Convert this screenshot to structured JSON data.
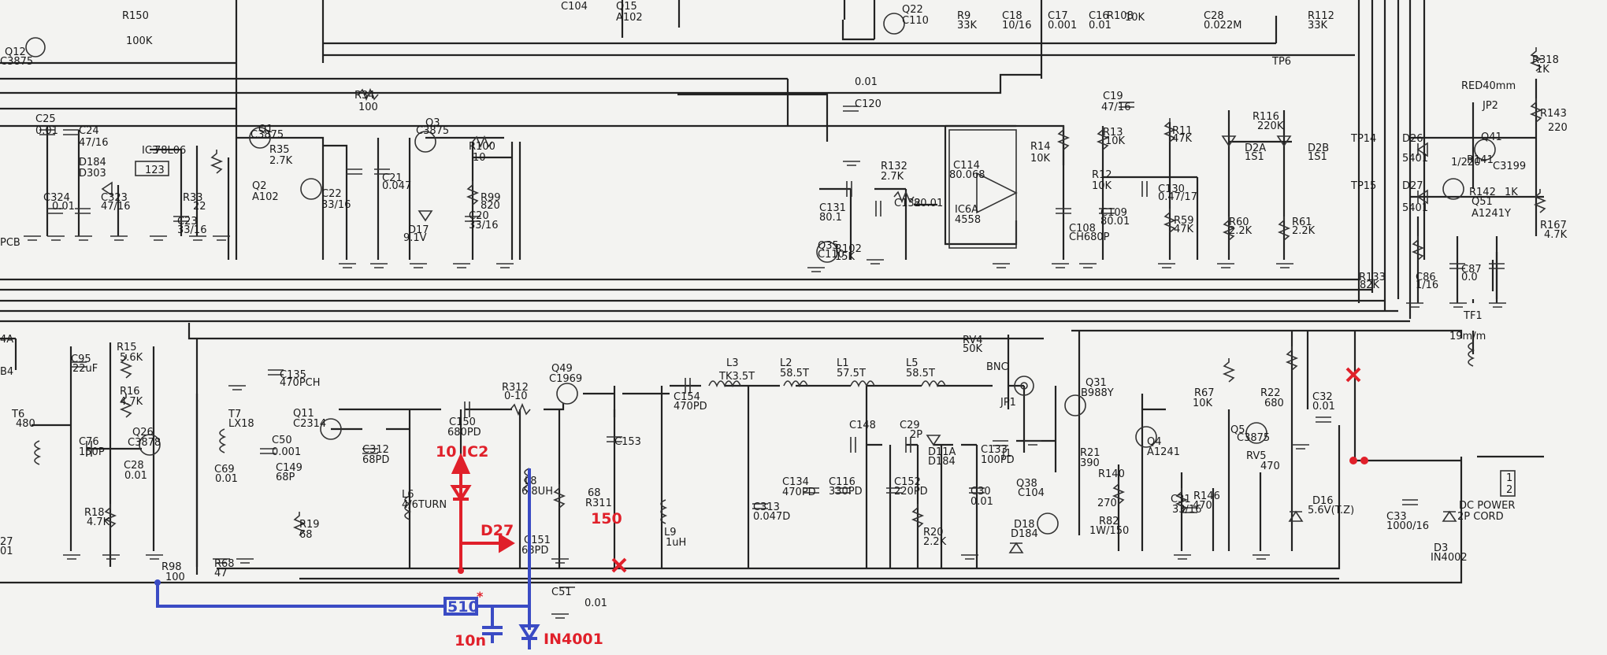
{
  "labels": [
    {
      "t": "C104"
    },
    {
      "t": "Q15"
    },
    {
      "t": "A102"
    },
    {
      "t": "Q22"
    },
    {
      "t": "C110"
    },
    {
      "t": "R9"
    },
    {
      "t": "33K"
    },
    {
      "t": "C18"
    },
    {
      "t": "10/16"
    },
    {
      "t": "C17"
    },
    {
      "t": "0.001"
    },
    {
      "t": "C16"
    },
    {
      "t": "0.01"
    },
    {
      "t": "R108"
    },
    {
      "t": "10K"
    },
    {
      "t": "C28"
    },
    {
      "t": "0.022M"
    },
    {
      "t": "R112"
    },
    {
      "t": "33K"
    },
    {
      "t": "Q12"
    },
    {
      "t": "C3875"
    },
    {
      "t": "R150"
    },
    {
      "t": "100K"
    },
    {
      "t": "0.01"
    },
    {
      "t": "TP6"
    },
    {
      "t": "R318"
    },
    {
      "t": "1K"
    },
    {
      "t": "R34"
    },
    {
      "t": "100"
    },
    {
      "t": "C120"
    },
    {
      "t": "C25"
    },
    {
      "t": "0.01"
    },
    {
      "t": "C24"
    },
    {
      "t": "47/16"
    },
    {
      "t": "Q1"
    },
    {
      "t": "C3875"
    },
    {
      "t": "Q3"
    },
    {
      "t": "C3875"
    },
    {
      "t": "C19"
    },
    {
      "t": "47/16"
    },
    {
      "t": "R116"
    },
    {
      "t": "220K"
    },
    {
      "t": "RED40mm"
    },
    {
      "t": "JP2"
    },
    {
      "t": "R143"
    },
    {
      "t": "220"
    },
    {
      "t": "R35"
    },
    {
      "t": "2.7K"
    },
    {
      "t": "R100"
    },
    {
      "t": "10"
    },
    {
      "t": "C114"
    },
    {
      "t": "R14"
    },
    {
      "t": "10K"
    },
    {
      "t": "R13"
    },
    {
      "t": "10K"
    },
    {
      "t": "R11"
    },
    {
      "t": "47K"
    },
    {
      "t": "D2A"
    },
    {
      "t": "1S1"
    },
    {
      "t": "D2B"
    },
    {
      "t": "1S1"
    },
    {
      "t": "TP14"
    },
    {
      "t": "D26"
    },
    {
      "t": "5401"
    },
    {
      "t": "Q41"
    },
    {
      "t": "C3199"
    },
    {
      "t": "IC3"
    },
    {
      "t": "78L06"
    },
    {
      "t": "123"
    },
    {
      "t": "D184"
    },
    {
      "t": "D303"
    },
    {
      "t": "Q2"
    },
    {
      "t": "A102"
    },
    {
      "t": "C22"
    },
    {
      "t": "33/16"
    },
    {
      "t": "C21"
    },
    {
      "t": "0.047"
    },
    {
      "t": "R99"
    },
    {
      "t": "820"
    },
    {
      "t": "R132"
    },
    {
      "t": "2.7K"
    },
    {
      "t": "80.068"
    },
    {
      "t": "R12"
    },
    {
      "t": "10K"
    },
    {
      "t": "C130"
    },
    {
      "t": "0.47/17"
    },
    {
      "t": "R141"
    },
    {
      "t": "1/220"
    },
    {
      "t": "R142"
    },
    {
      "t": "1K"
    },
    {
      "t": "TP15"
    },
    {
      "t": "D27"
    },
    {
      "t": "5401"
    },
    {
      "t": "Q51"
    },
    {
      "t": "A1241Y"
    },
    {
      "t": "C324"
    },
    {
      "t": "0.01"
    },
    {
      "t": "C323"
    },
    {
      "t": "47/16"
    },
    {
      "t": "R33"
    },
    {
      "t": "22"
    },
    {
      "t": "C23"
    },
    {
      "t": "33/16"
    },
    {
      "t": "D17"
    },
    {
      "t": "9.1V"
    },
    {
      "t": "C20"
    },
    {
      "t": "33/16"
    },
    {
      "t": "C131"
    },
    {
      "t": "80.1"
    },
    {
      "t": "C132"
    },
    {
      "t": "80.01"
    },
    {
      "t": "IC6A"
    },
    {
      "t": "4558"
    },
    {
      "t": "C108"
    },
    {
      "t": "CH680P"
    },
    {
      "t": "C109"
    },
    {
      "t": "80.01"
    },
    {
      "t": "R59"
    },
    {
      "t": "47K"
    },
    {
      "t": "R60"
    },
    {
      "t": "2.2K"
    },
    {
      "t": "R61"
    },
    {
      "t": "2.2K"
    },
    {
      "t": "R167"
    },
    {
      "t": "4.7K"
    },
    {
      "t": "PCB"
    },
    {
      "t": "Q35"
    },
    {
      "t": "C110"
    },
    {
      "t": "R102"
    },
    {
      "t": "15K"
    },
    {
      "t": "R133"
    },
    {
      "t": "82K"
    },
    {
      "t": "C86"
    },
    {
      "t": "1/16"
    },
    {
      "t": "C87"
    },
    {
      "t": "0.0"
    },
    {
      "t": "TF1"
    },
    {
      "t": "R15"
    },
    {
      "t": "5.6K"
    },
    {
      "t": "C95"
    },
    {
      "t": "22uF"
    },
    {
      "t": "C135"
    },
    {
      "t": "470PCH"
    },
    {
      "t": "RV4"
    },
    {
      "t": "50K"
    },
    {
      "t": "BNC"
    },
    {
      "t": "19m/m"
    },
    {
      "t": "R16"
    },
    {
      "t": "4.7K"
    },
    {
      "t": "T6"
    },
    {
      "t": "480"
    },
    {
      "t": "T7"
    },
    {
      "t": "LX18"
    },
    {
      "t": "Q11"
    },
    {
      "t": "C2314"
    },
    {
      "t": "R312"
    },
    {
      "t": "0-10"
    },
    {
      "t": "Q49"
    },
    {
      "t": "C1969"
    },
    {
      "t": "L3"
    },
    {
      "t": "TK3.5T"
    },
    {
      "t": "L2"
    },
    {
      "t": "58.5T"
    },
    {
      "t": "L1"
    },
    {
      "t": "57.5T"
    },
    {
      "t": "L5"
    },
    {
      "t": "58.5T"
    },
    {
      "t": "C154"
    },
    {
      "t": "470PD"
    },
    {
      "t": "C150"
    },
    {
      "t": "680PD"
    },
    {
      "t": "J1"
    },
    {
      "t": "JP1"
    },
    {
      "t": "Q31"
    },
    {
      "t": "B988Y"
    },
    {
      "t": "R67"
    },
    {
      "t": "10K"
    },
    {
      "t": "R22"
    },
    {
      "t": "680"
    },
    {
      "t": "C32"
    },
    {
      "t": "0.01"
    },
    {
      "t": "Q26"
    },
    {
      "t": "C3878"
    },
    {
      "t": "C76"
    },
    {
      "t": "150P"
    },
    {
      "t": "C28"
    },
    {
      "t": "0.01"
    },
    {
      "t": "C50"
    },
    {
      "t": "0.001"
    },
    {
      "t": "C312"
    },
    {
      "t": "68PD"
    },
    {
      "t": "C153"
    },
    {
      "t": "C148"
    },
    {
      "t": "C29"
    },
    {
      "t": "2P"
    },
    {
      "t": "D11A"
    },
    {
      "t": "D184"
    },
    {
      "t": "C133"
    },
    {
      "t": "100PD"
    },
    {
      "t": "R21"
    },
    {
      "t": "390"
    },
    {
      "t": "R140"
    },
    {
      "t": "Q4"
    },
    {
      "t": "A1241"
    },
    {
      "t": "Q5"
    },
    {
      "t": "C3875"
    },
    {
      "t": "RV5"
    },
    {
      "t": "470"
    },
    {
      "t": "C69"
    },
    {
      "t": "0.01"
    },
    {
      "t": "C149"
    },
    {
      "t": "68P"
    },
    {
      "t": "L6"
    },
    {
      "t": "4/6TURN"
    },
    {
      "t": "L8"
    },
    {
      "t": "6.8UH"
    },
    {
      "t": "68"
    },
    {
      "t": "R311"
    },
    {
      "t": "C134"
    },
    {
      "t": "470PD"
    },
    {
      "t": "C116"
    },
    {
      "t": "330PD"
    },
    {
      "t": "C152"
    },
    {
      "t": "220PD"
    },
    {
      "t": "C30"
    },
    {
      "t": "0.01"
    },
    {
      "t": "270"
    },
    {
      "t": "R146"
    },
    {
      "t": "470"
    },
    {
      "t": "C31"
    },
    {
      "t": "33/16"
    },
    {
      "t": "D16"
    },
    {
      "t": "5.6V(T.Z)"
    },
    {
      "t": "R18"
    },
    {
      "t": "4.7K"
    },
    {
      "t": "C313"
    },
    {
      "t": "0.047D"
    },
    {
      "t": "Q38"
    },
    {
      "t": "C104"
    },
    {
      "t": "R82"
    },
    {
      "t": "1W/150"
    },
    {
      "t": "C33"
    },
    {
      "t": "1000/16"
    },
    {
      "t": "DC POWER"
    },
    {
      "t": "2P CORD"
    },
    {
      "t": "R19"
    },
    {
      "t": "68"
    },
    {
      "t": "C151"
    },
    {
      "t": "68PD"
    },
    {
      "t": "L9"
    },
    {
      "t": "1uH"
    },
    {
      "t": "R20"
    },
    {
      "t": "2.2K"
    },
    {
      "t": "D18"
    },
    {
      "t": "D184"
    },
    {
      "t": "R98"
    },
    {
      "t": "100"
    },
    {
      "t": "R68"
    },
    {
      "t": "47"
    },
    {
      "t": "C51"
    },
    {
      "t": "0.01"
    },
    {
      "t": "D3"
    },
    {
      "t": "IN4002"
    },
    {
      "t": "27"
    },
    {
      "t": "01"
    },
    {
      "t": "4A"
    },
    {
      "t": "B4"
    },
    {
      "t": "1"
    },
    {
      "t": "2"
    }
  ],
  "mods": {
    "red_ic2": "10  IC2",
    "red_d27": "D27",
    "red_150": "150",
    "blue_510": "510",
    "blue_star": "*",
    "blue_10n": "10n",
    "blue_in4001": "IN4001"
  }
}
